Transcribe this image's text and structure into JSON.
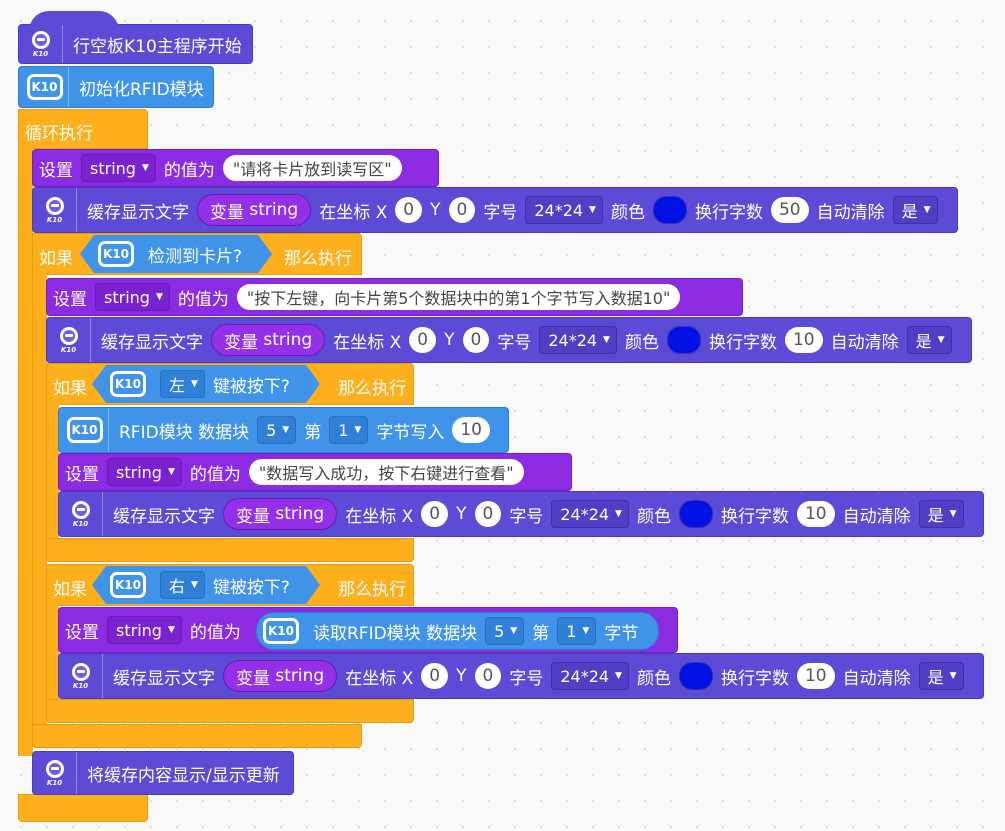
{
  "start_block": {
    "label": "行空板K10主程序开始",
    "icon_text": "K10"
  },
  "init_rfid": {
    "icon_text": "K10",
    "label": "初始化RFID模块"
  },
  "loop": {
    "label": "循环执行"
  },
  "common": {
    "set": "设置",
    "value_of": "的值为",
    "var_name": "string",
    "cache_text": "缓存显示文字",
    "var_prefix": "变量",
    "at_x": "在坐标 X",
    "y": "Y",
    "font_size": "字号",
    "font": "24*24",
    "color": "颜色",
    "wrap": "换行字数",
    "auto_clear": "自动清除",
    "yes": "是",
    "if": "如果",
    "then": "那么执行",
    "k10": "K10",
    "pressed": "键被按下?",
    "left": "左",
    "right": "右",
    "x": "0",
    "ycoord": "0",
    "color_value": "#0012e6"
  },
  "set1": {
    "text": "请将卡片放到读写区"
  },
  "display1": {
    "wrap": "50"
  },
  "if1": {
    "cond": "检测到卡片?"
  },
  "set2": {
    "text": "按下左键，向卡片第5个数据块中的第1个字节写入数据10"
  },
  "display2": {
    "wrap": "10"
  },
  "write": {
    "label": "RFID模块 数据块",
    "block": "5",
    "nth": "第",
    "byte": "1",
    "write_label": "字节写入",
    "value": "10"
  },
  "set3": {
    "text": "数据写入成功，按下右键进行查看"
  },
  "display3": {
    "wrap": "10"
  },
  "read": {
    "label": "读取RFID模块 数据块",
    "block": "5",
    "nth": "第",
    "byte": "1",
    "byte_label": "字节"
  },
  "display4": {
    "wrap": "10"
  },
  "refresh": {
    "label": "将缓存内容显示/显示更新"
  }
}
